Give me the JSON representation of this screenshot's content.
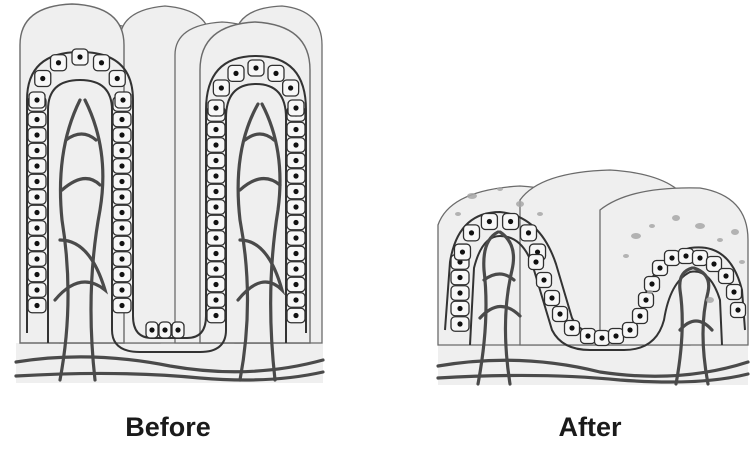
{
  "panels": [
    {
      "id": "before",
      "label": "Before"
    },
    {
      "id": "after",
      "label": "After"
    }
  ],
  "colors": {
    "background": "#ffffff",
    "mucosa_fill": "#efefef",
    "outline": "#6b6b6b",
    "cell_fill": "#f7f7f7",
    "cell_stroke": "#2f2f2f",
    "nucleus": "#111111",
    "vessel": "#4a4a4a",
    "debris": "#a8a8a8"
  },
  "icons": [
    "intestinal-villus-diagram"
  ]
}
